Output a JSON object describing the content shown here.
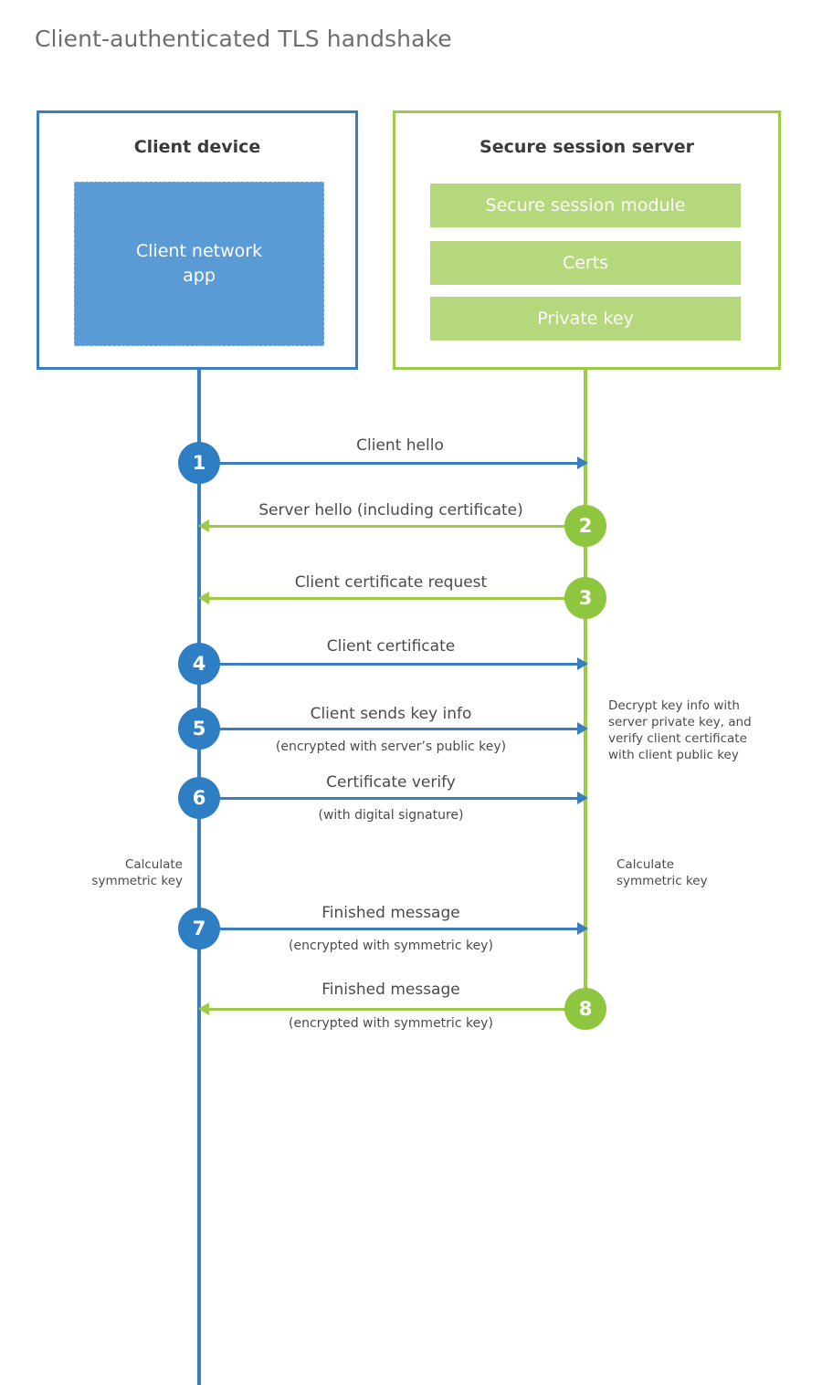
{
  "diagram": {
    "title": "Client-authenticated TLS handshake",
    "colors": {
      "client_blue": "#3a7ebf",
      "client_circle_blue": "#2e7ec4",
      "client_app_fill": "#5b9bd5",
      "server_green": "#9dcb48",
      "server_circle_green": "#8fc63f",
      "server_bar_fill": "#b5d87c",
      "title_gray": "#6d6e71",
      "text_gray": "#4b4b4d"
    }
  },
  "parties": {
    "client": {
      "title": "Client device",
      "app_label": "Client network\napp"
    },
    "server": {
      "title": "Secure session server",
      "modules": [
        "Secure session module",
        "Certs",
        "Private key"
      ]
    }
  },
  "steps": [
    {
      "number": "1",
      "side": "client",
      "direction": "right",
      "label": "Client hello",
      "sublabel": ""
    },
    {
      "number": "2",
      "side": "server",
      "direction": "left",
      "label": "Server hello (including certificate)",
      "sublabel": ""
    },
    {
      "number": "3",
      "side": "server",
      "direction": "left",
      "label": "Client certificate request",
      "sublabel": ""
    },
    {
      "number": "4",
      "side": "client",
      "direction": "right",
      "label": "Client certificate",
      "sublabel": ""
    },
    {
      "number": "5",
      "side": "client",
      "direction": "right",
      "label": "Client sends key info",
      "sublabel": "(encrypted with server’s public key)"
    },
    {
      "number": "6",
      "side": "client",
      "direction": "right",
      "label": "Certificate verify",
      "sublabel": "(with digital signature)"
    },
    {
      "number": "7",
      "side": "client",
      "direction": "right",
      "label": "Finished message",
      "sublabel": "(encrypted with symmetric key)"
    },
    {
      "number": "8",
      "side": "server",
      "direction": "left",
      "label": "Finished message",
      "sublabel": "(encrypted with symmetric key)"
    }
  ],
  "notes": {
    "server_decrypt": "Decrypt key info with\nserver private key, and\nverify client certificate\nwith client public key",
    "client_calc": "Calculate\nsymmetric key",
    "server_calc": "Calculate\nsymmetric key"
  }
}
